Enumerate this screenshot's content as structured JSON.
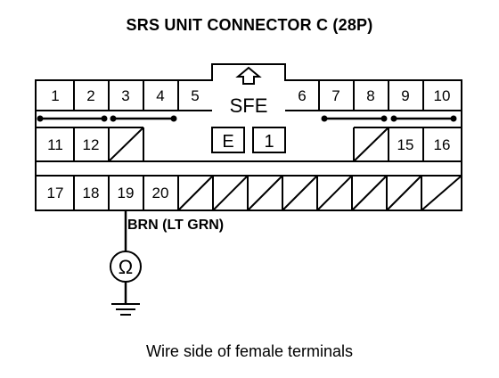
{
  "title": "SRS UNIT CONNECTOR C (28P)",
  "caption": "Wire side of female terminals",
  "wire_label": "BRN (LT GRN)",
  "center": {
    "label": "SFE",
    "box_left": "E",
    "box_right": "1"
  },
  "row1": [
    "1",
    "2",
    "3",
    "4",
    "5",
    "6",
    "7",
    "8",
    "9",
    "10"
  ],
  "row2_left": [
    "11",
    "12"
  ],
  "row2_right": [
    "15",
    "16"
  ],
  "row3": [
    "17",
    "18",
    "19",
    "20"
  ],
  "icons": {
    "lock_tab": "arrow-up-outline-icon",
    "meter": "ohmmeter-icon",
    "ground": "ground-icon",
    "meter_symbol": "Ω"
  }
}
